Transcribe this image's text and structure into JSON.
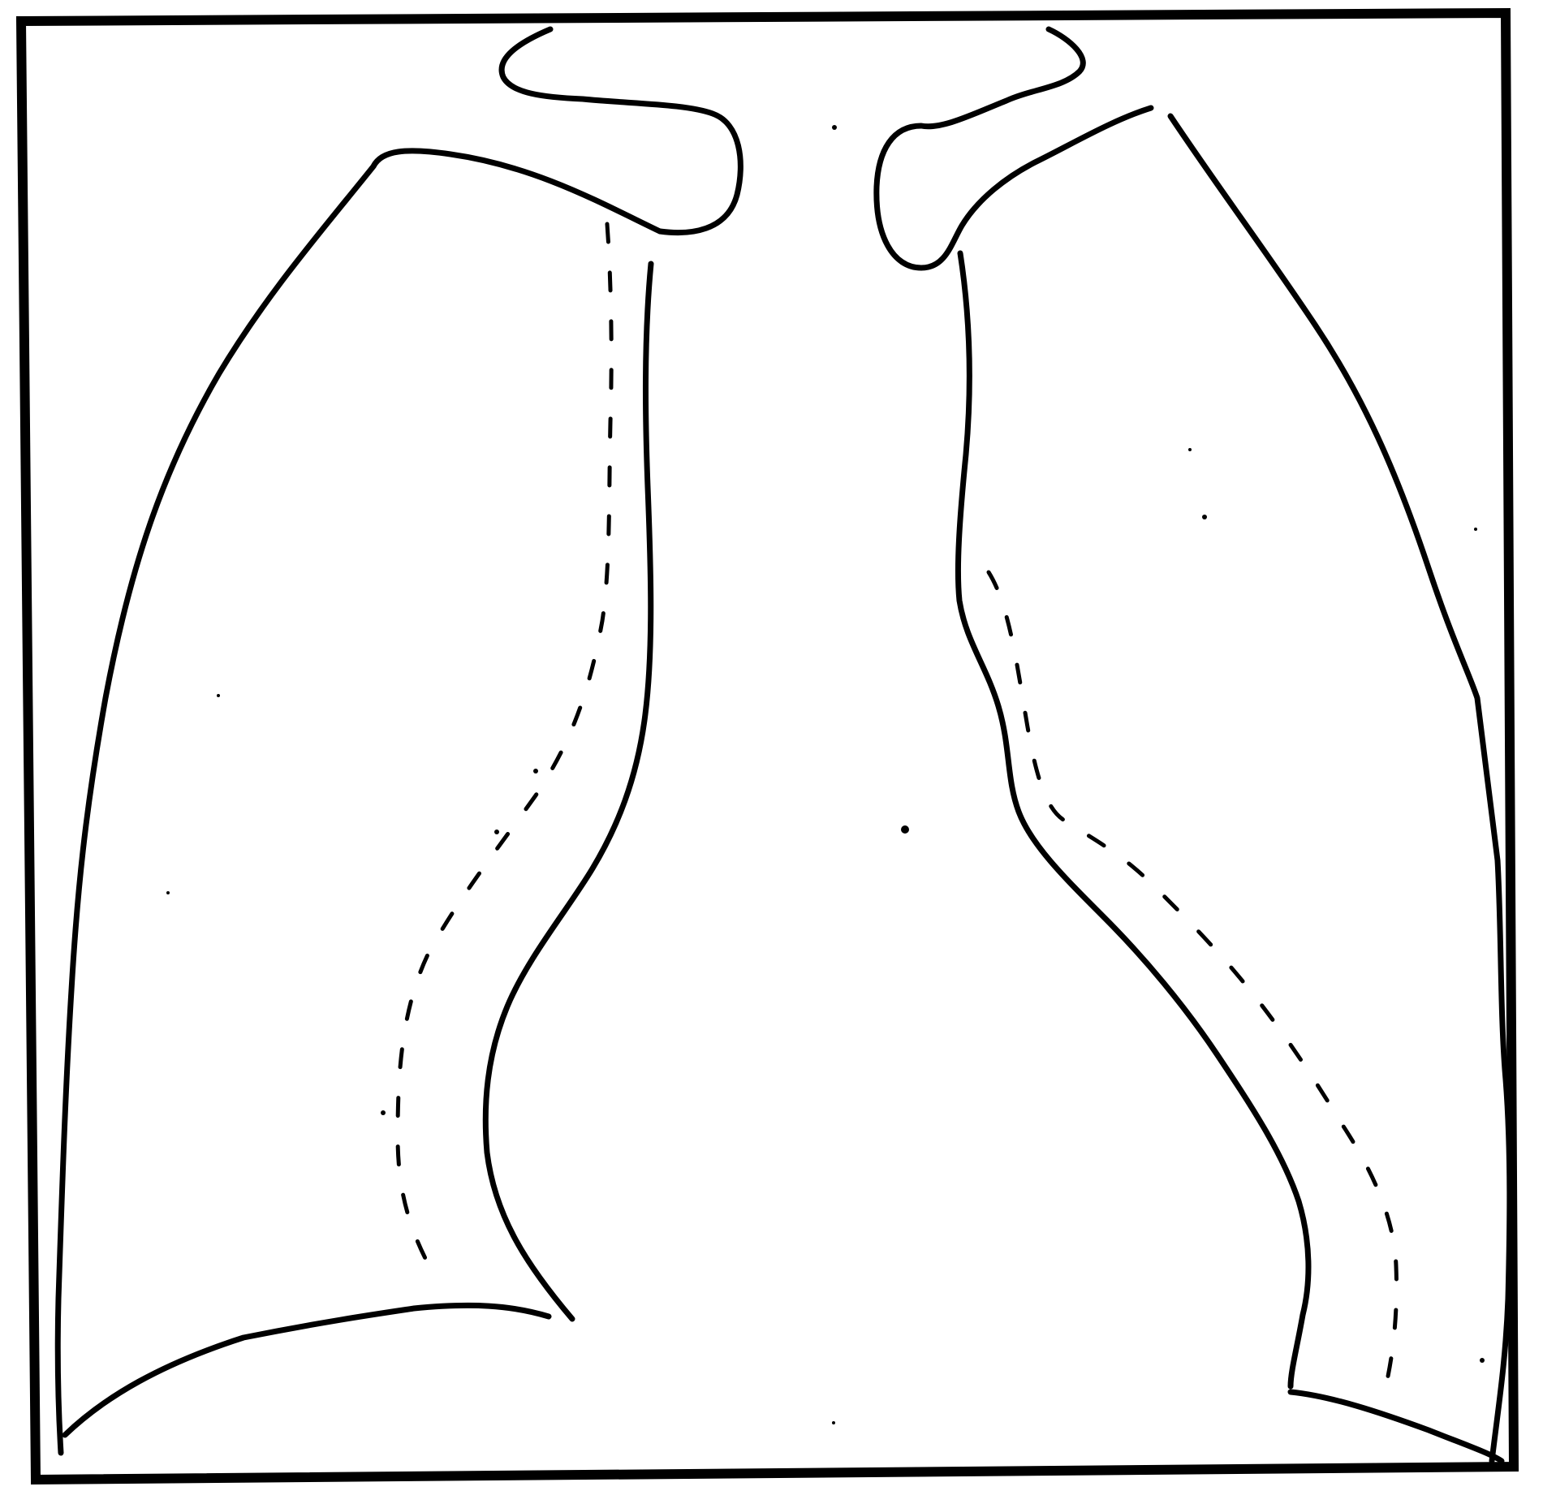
{
  "figure": {
    "subject": "chest-outline-line-drawing",
    "colors": {
      "ink": "#000000",
      "paper": "#ffffff"
    },
    "parts": [
      "frame",
      "right-clavicle",
      "left-clavicle",
      "right-lung-outline",
      "left-lung-outline",
      "right-mediastinal-border",
      "left-mediastinal-border",
      "right-dashed-border",
      "left-dashed-border"
    ]
  }
}
